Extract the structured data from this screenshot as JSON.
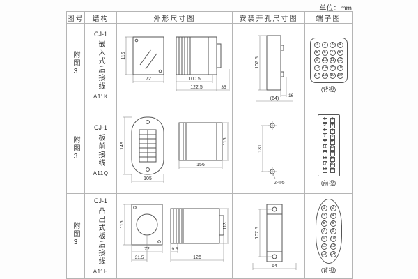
{
  "unit_label": "单位：mm",
  "colors": {
    "line": "#555555",
    "table_border": "#b5b5b5",
    "text": "#333333"
  },
  "headers": {
    "fig": "图号",
    "structure": "结构",
    "outline": "外形尺寸图",
    "mounting": "安装开孔尺寸图",
    "terminal": "端子图"
  },
  "rows": [
    {
      "fig": "附图3",
      "model": "CJ-1",
      "desc": "嵌入式后接线",
      "code": "A11K",
      "outline": {
        "h": "115",
        "w": "72",
        "d1": "100.5",
        "d2": "122.5",
        "d3": "35"
      },
      "mounting": {
        "v1": "107.5",
        "b1": "16",
        "b2": "(64)"
      },
      "terminal": {
        "view": "(背视)",
        "shape": "round",
        "cols": 4,
        "numbers": [
          1,
          2,
          3,
          4,
          5,
          6,
          7,
          8,
          9,
          10,
          11,
          12,
          13,
          14,
          15,
          16,
          17,
          18,
          19,
          20
        ]
      }
    },
    {
      "fig": "附图3",
      "model": "CJ-1",
      "desc": "板前接线",
      "code": "A11Q",
      "outline": {
        "h": "149",
        "w": "105",
        "d1": "156",
        "d2": "115"
      },
      "mounting": {
        "v1": "131",
        "label": "2-Φ5"
      },
      "terminal": {
        "view": "(前视)",
        "shape": "square",
        "cols": 2,
        "numbers": [
          1,
          2,
          3,
          4,
          5,
          6,
          7,
          8,
          9,
          10,
          11,
          12,
          13,
          14,
          15,
          16,
          17,
          18,
          19,
          20
        ]
      }
    },
    {
      "fig": "附图3",
      "model": "CJ-1",
      "desc": "凸出式板后接线",
      "code": "A11H",
      "outline": {
        "h": "115",
        "w": "72",
        "w2": "31.5",
        "d1": "9.5",
        "d2": "126",
        "d3": "113"
      },
      "mounting": {
        "v1": "107.5",
        "b1": "64"
      },
      "terminal": {
        "view": "(背视)",
        "shape": "round",
        "cols": 2,
        "numbers": [
          1,
          2,
          3,
          4,
          5,
          6,
          7,
          8,
          9,
          10,
          11,
          12,
          13,
          14
        ]
      }
    }
  ]
}
